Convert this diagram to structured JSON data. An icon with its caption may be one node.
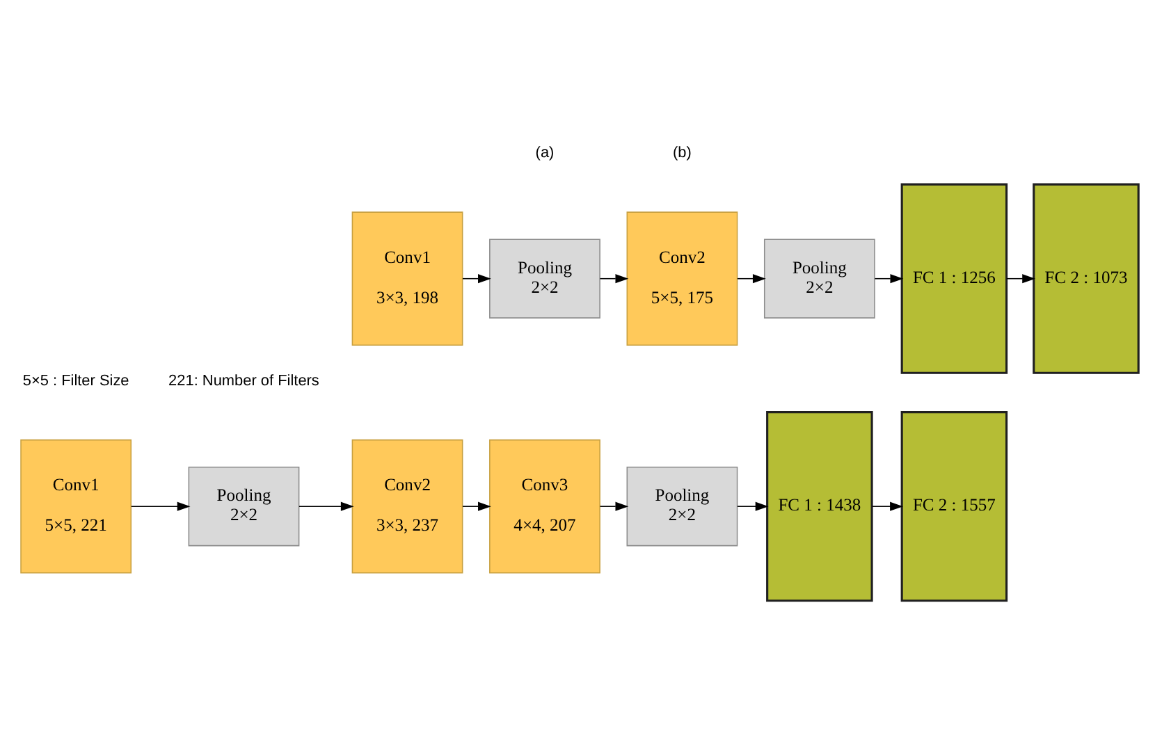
{
  "diagram": {
    "nodes": [
      {
        "text": [
          "Conv1",
          "5×5, 221"
        ]
      },
      {
        "text": [
          "Pooling",
          "2×2"
        ]
      },
      {
        "text": [
          "Conv2",
          "3×3, 237"
        ]
      },
      {
        "text": [
          "Conv3",
          "4×4, 207"
        ]
      },
      {
        "text": [
          "Pooling",
          "2×2"
        ]
      },
      {
        "text": [
          "FC 1 : 1438"
        ]
      },
      {
        "text": [
          "FC 2 : 1557"
        ]
      },
      {
        "text": [
          "Conv1",
          "3×3, 198"
        ]
      },
      {
        "text": [
          "Pooling",
          "2×2"
        ]
      },
      {
        "text": [
          "Conv2",
          "5×5, 175"
        ]
      },
      {
        "text": [
          "Pooling",
          "2×2"
        ]
      },
      {
        "text": [
          "FC 1 : 1256"
        ]
      },
      {
        "text": [
          "FC 2 : 1073"
        ]
      }
    ],
    "edges": [
      {
        "from": 0,
        "to": 1,
        "arrow": "to"
      },
      {
        "from": 1,
        "to": 2,
        "arrow": "to"
      },
      {
        "from": 2,
        "to": 3,
        "arrow": "to"
      },
      {
        "from": 3,
        "to": 4,
        "arrow": "to"
      },
      {
        "from": 4,
        "to": 5,
        "arrow": "to"
      },
      {
        "from": 5,
        "to": 6,
        "arrow": "to"
      },
      {
        "from": 7,
        "to": 8,
        "arrow": "to"
      },
      {
        "from": 8,
        "to": 9,
        "arrow": "to"
      },
      {
        "from": 9,
        "to": 10,
        "arrow": "to"
      },
      {
        "from": 10,
        "to": 11,
        "arrow": "to"
      },
      {
        "from": 11,
        "to": 12,
        "arrow": "to"
      }
    ],
    "labels": [
      "5×5 : Filter Size",
      "221: Number of Filters",
      "(a)",
      "(b)"
    ]
  }
}
